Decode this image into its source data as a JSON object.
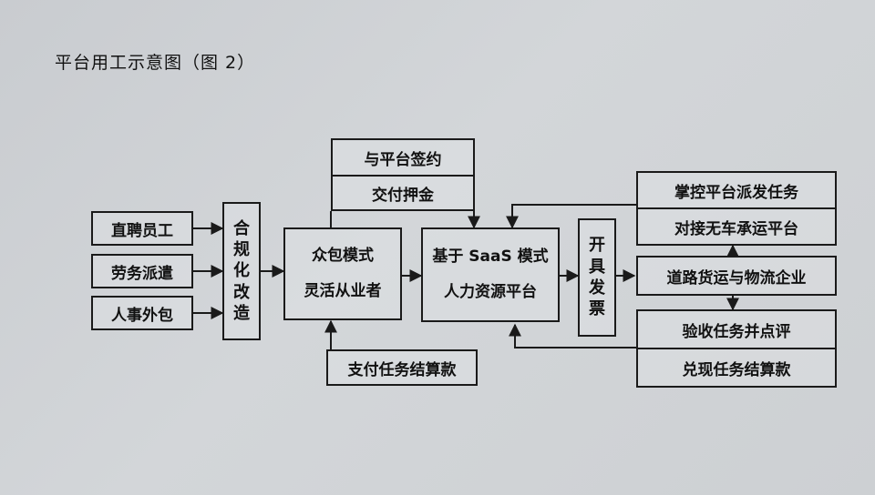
{
  "title": "平台用工示意图（图 2）",
  "left_inputs": [
    "直聘员工",
    "劳务派遣",
    "人事外包"
  ],
  "compliance_box": [
    "合",
    "规",
    "化",
    "改",
    "造"
  ],
  "crowd_box": {
    "line1": "众包模式",
    "line2": "灵活从业者"
  },
  "top_boxes": {
    "sign": "与平台签约",
    "deposit": "交付押金"
  },
  "bottom_box": "支付任务结算款",
  "saas_box": {
    "line1": "基于 SaaS 模式",
    "line2": "人力资源平台"
  },
  "invoice_box": [
    "开",
    "具",
    "发",
    "票"
  ],
  "right_boxes": [
    "掌控平台派发任务",
    "对接无车承运平台",
    "道路货运与物流企业",
    "验收任务并点评",
    "兑现任务结算款"
  ]
}
